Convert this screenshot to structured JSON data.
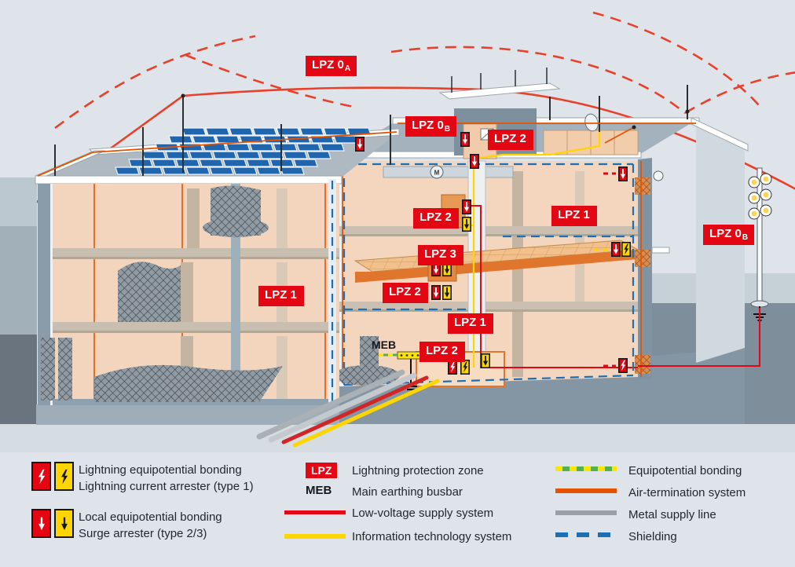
{
  "zones": {
    "lpz0a": {
      "text": "LPZ 0",
      "sub": "A"
    },
    "lpz0b_left": {
      "text": "LPZ 0",
      "sub": "B"
    },
    "lpz2_penthouse": {
      "text": "LPZ 2",
      "sub": ""
    },
    "lpz2_upper": {
      "text": "LPZ 2",
      "sub": ""
    },
    "lpz1_right": {
      "text": "LPZ 1",
      "sub": ""
    },
    "lpz0b_right": {
      "text": "LPZ 0",
      "sub": "B"
    },
    "lpz3": {
      "text": "LPZ 3",
      "sub": ""
    },
    "lpz2_mid": {
      "text": "LPZ 2",
      "sub": ""
    },
    "lpz1_shaft": {
      "text": "LPZ 1",
      "sub": ""
    },
    "lpz2_ground": {
      "text": "LPZ 2",
      "sub": ""
    },
    "lpz1_left": {
      "text": "LPZ 1",
      "sub": ""
    }
  },
  "diagram": {
    "meb_label": "MEB",
    "fan_label": "M"
  },
  "legend": {
    "arrester_items": [
      {
        "line1": "Lightning equipotential bonding",
        "line2": "Lightning current arrester (type 1)"
      },
      {
        "line1": "Local equipotential bonding",
        "line2": "Surge arrester (type 2/3)"
      }
    ],
    "abbrev_items": [
      {
        "key": "LPZ",
        "label": "Lightning protection zone"
      },
      {
        "key": "MEB",
        "label": "Main earthing busbar"
      }
    ],
    "line_items_middle": [
      {
        "label": "Low-voltage supply system",
        "color": "#e30613",
        "style": "solid"
      },
      {
        "label": "Information technology system",
        "color": "#ffd500",
        "style": "solid"
      }
    ],
    "line_items_right": [
      {
        "label": "Equipotential bonding",
        "color": "#ffe400 / #56b04b",
        "style": "dashed-duo"
      },
      {
        "label": "Air-termination system",
        "color": "#e65300",
        "style": "solid"
      },
      {
        "label": "Metal supply line",
        "color": "#9aa0a5",
        "style": "solid"
      },
      {
        "label": "Shielding",
        "color": "#1a6fb5",
        "style": "dashed"
      }
    ]
  },
  "colors": {
    "background": "#dee4e9",
    "lpz_red": "#e30613",
    "low_voltage_red": "#e30613",
    "it_yellow": "#ffd500",
    "air_termination_orange": "#e65300",
    "metal_gray": "#9aa0a5",
    "shielding_blue": "#1a6fb5",
    "equipotential_yellow": "#ffe400",
    "equipotential_green": "#56b04b",
    "solar_blue": "#2165ad",
    "wall_peach": "#f3d5bd"
  }
}
